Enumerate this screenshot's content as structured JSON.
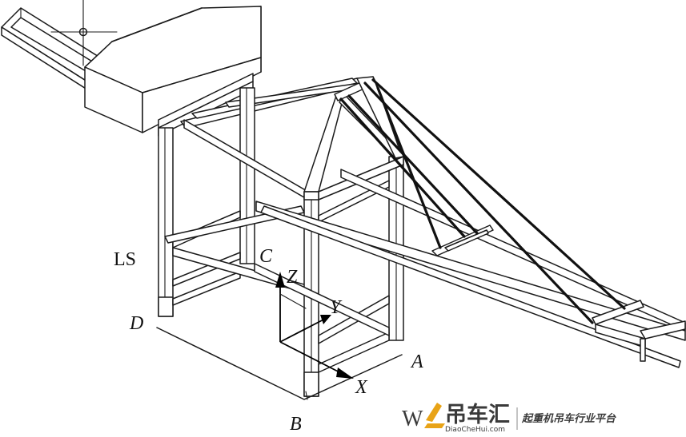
{
  "figure": {
    "labels": {
      "ls": "LS",
      "c": "C",
      "d": "D",
      "b": "B",
      "a": "A",
      "x": "X",
      "y": "Y",
      "z": "Z"
    }
  },
  "watermark": {
    "logo_letter": "W",
    "brand": "吊车汇",
    "domain": "DiaoCheHui.com",
    "slogan": "起重机吊车行业平台",
    "logo_color": "#e8a317"
  }
}
